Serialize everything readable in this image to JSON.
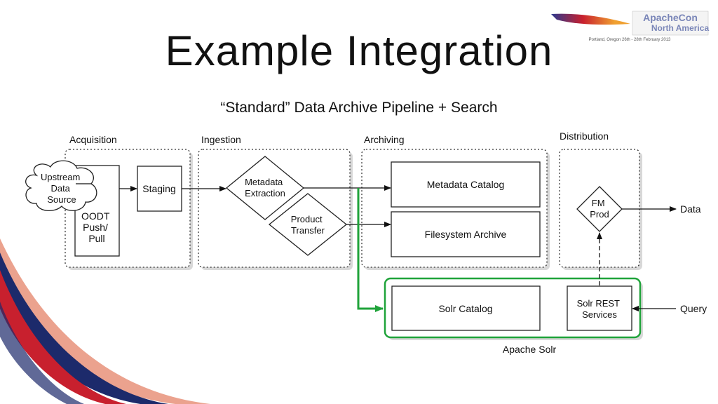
{
  "slide": {
    "title": "Example Integration",
    "subtitle": "“Standard” Data Archive Pipeline + Search"
  },
  "logo": {
    "line1": "ApacheCon",
    "line2": "North America",
    "line3": "Portland, Oregon 26th - 28th February 2013"
  },
  "diagram": {
    "stages": {
      "acquisition": "Acquisition",
      "ingestion": "Ingestion",
      "archiving": "Archiving",
      "distribution": "Distribution"
    },
    "nodes": {
      "upstream": [
        "Upstream",
        "Data",
        "Source"
      ],
      "oodt": [
        "OODT",
        "Push/",
        "Pull"
      ],
      "staging": "Staging",
      "metadata_extraction": [
        "Metadata",
        "Extraction"
      ],
      "product_transfer": [
        "Product",
        "Transfer"
      ],
      "metadata_catalog": "Metadata Catalog",
      "filesystem_archive": "Filesystem Archive",
      "fm_prod": [
        "FM",
        "Prod"
      ],
      "data": "Data",
      "solr_catalog": "Solr Catalog",
      "solr_rest": [
        "Solr REST",
        "Services"
      ],
      "query": "Query",
      "apache_solr": "Apache Solr"
    },
    "colors": {
      "solr_accent": "#1fa33a",
      "swoosh_red": "#c8202e",
      "swoosh_navy": "#1c2a6b",
      "swoosh_salmon": "#e8927a"
    }
  }
}
